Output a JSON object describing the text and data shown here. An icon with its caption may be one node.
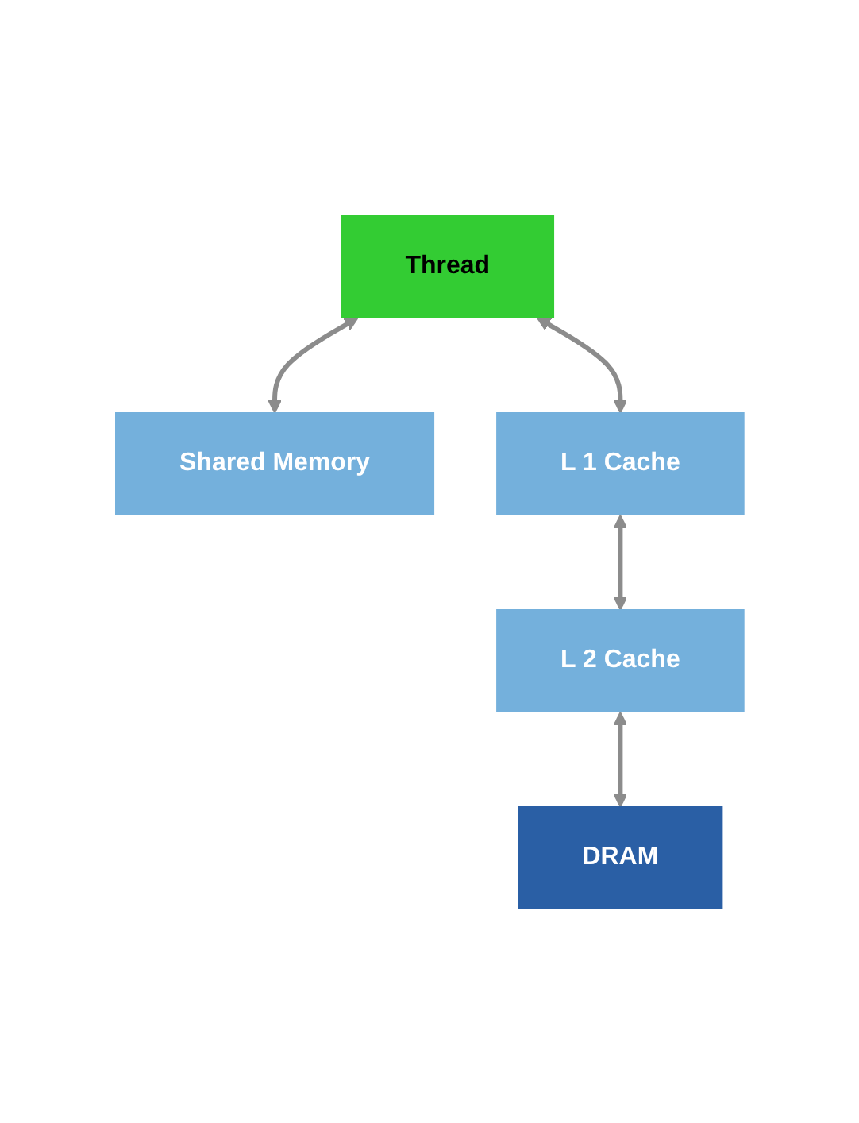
{
  "diagram": {
    "nodes": [
      {
        "text": [
          "Thread"
        ]
      },
      {
        "text": [
          "Shared Memory"
        ]
      },
      {
        "text": [
          "L 1 Cache"
        ]
      },
      {
        "text": [
          "L 2 Cache"
        ]
      },
      {
        "text": [
          "DRAM"
        ]
      }
    ],
    "edges": [
      {
        "from": 0,
        "to": 1,
        "arrow": "both"
      },
      {
        "from": 0,
        "to": 2,
        "arrow": "both"
      },
      {
        "from": 2,
        "to": 3,
        "arrow": "both"
      },
      {
        "from": 3,
        "to": 4,
        "arrow": "both"
      }
    ]
  }
}
